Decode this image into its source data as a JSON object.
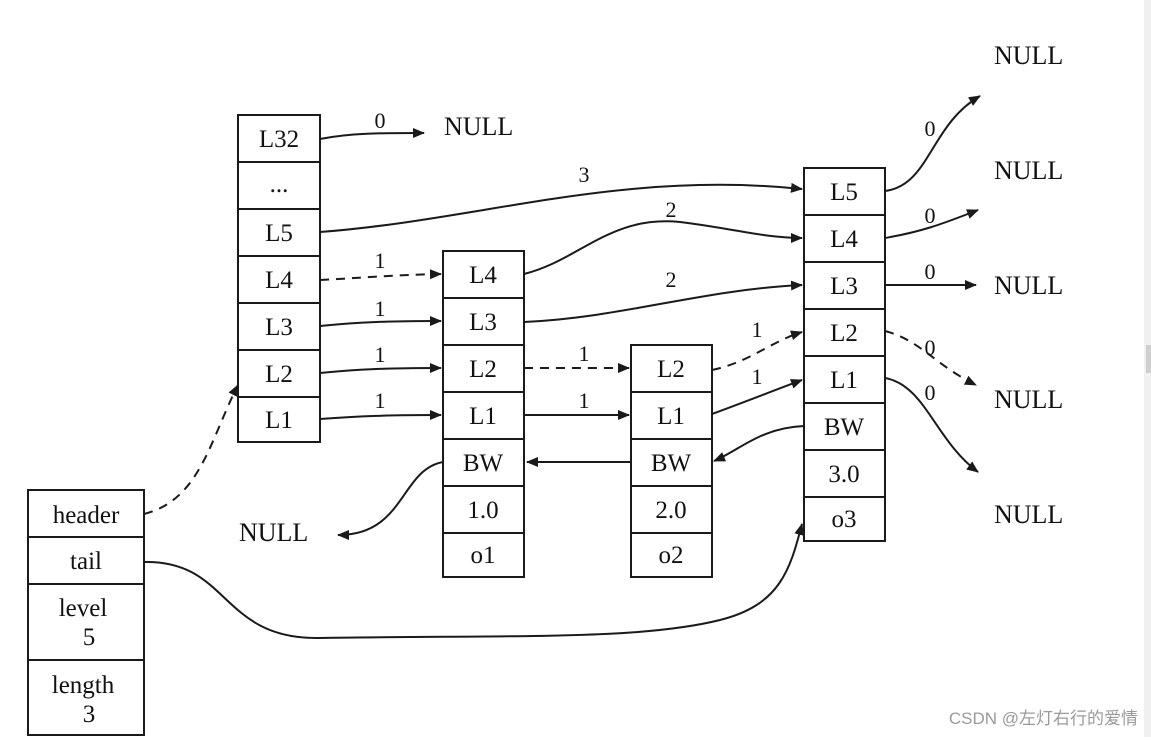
{
  "skiplist": {
    "header_node": {
      "levels": [
        "L32",
        "...",
        "L5",
        "L4",
        "L3",
        "L2",
        "L1"
      ]
    },
    "nodes": [
      {
        "levels": [
          "L4",
          "L3",
          "L2",
          "L1"
        ],
        "backward": "BW",
        "score": "1.0",
        "obj": "o1"
      },
      {
        "levels": [
          "L2",
          "L1"
        ],
        "backward": "BW",
        "score": "2.0",
        "obj": "o2"
      },
      {
        "levels": [
          "L5",
          "L4",
          "L3",
          "L2",
          "L1"
        ],
        "backward": "BW",
        "score": "3.0",
        "obj": "o3"
      }
    ],
    "list_struct": {
      "header": "header",
      "tail": "tail",
      "level_label": "level",
      "level_value": "5",
      "length_label": "length",
      "length_value": "3"
    },
    "null_label": "NULL",
    "spans": {
      "header_L32": "0",
      "header_L5": "3",
      "header_L4": "1",
      "header_L3": "1",
      "header_L2": "1",
      "header_L1": "1",
      "n1_L4": "2",
      "n1_L3": "2",
      "n1_L2": "1",
      "n1_L1": "1",
      "n2_L2": "1",
      "n2_L1": "1",
      "n3_L5": "0",
      "n3_L4": "0",
      "n3_L3": "0",
      "n3_L2": "0",
      "n3_L1": "0"
    }
  },
  "watermark": "CSDN @左灯右行的爱情"
}
